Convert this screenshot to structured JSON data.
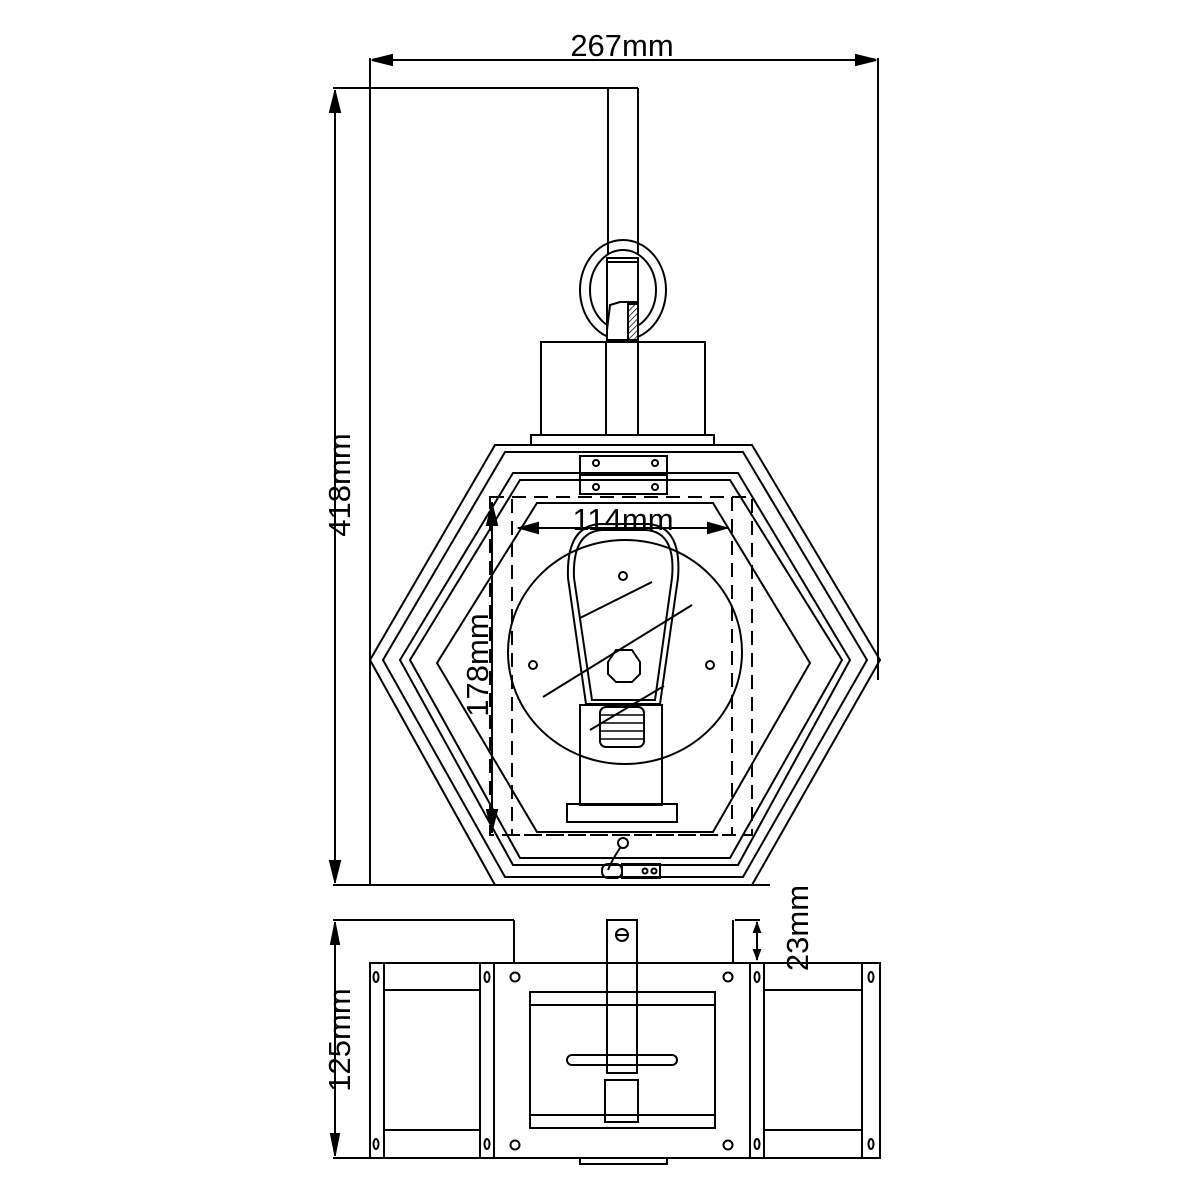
{
  "diagram": {
    "subject": "lantern-wall-light-technical-drawing",
    "stroke_color": "#000000",
    "background": "#ffffff",
    "views": [
      "front-view",
      "top-view"
    ],
    "dimensions": {
      "overall_width": "267mm",
      "overall_height": "418mm",
      "inner_width": "114mm",
      "inner_height": "178mm",
      "projection_depth": "125mm",
      "backplate_depth": "23mm"
    }
  }
}
